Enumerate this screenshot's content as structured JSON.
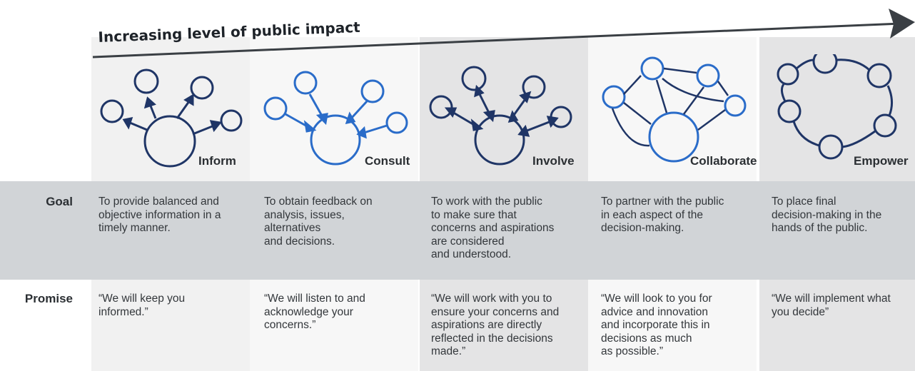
{
  "header": {
    "title": "Increasing level of public impact"
  },
  "rows": {
    "goal_label": "Goal",
    "promise_label": "Promise"
  },
  "stages": [
    {
      "name": "Inform",
      "goal": "To provide balanced and\nobjective information in a\ntimely manner.",
      "promise": "“We will keep you\ninformed.”"
    },
    {
      "name": "Consult",
      "goal": "To obtain feedback on\nanalysis, issues,\nalternatives\nand decisions.",
      "promise": "“We will listen to and\nacknowledge your\nconcerns.”"
    },
    {
      "name": "Involve",
      "goal": "To work with the public\nto make sure that\nconcerns and aspirations\nare considered\nand understood.",
      "promise": "“We will work with you to\nensure your concerns and\naspirations are directly\nreflected in the decisions\nmade.”"
    },
    {
      "name": "Collaborate",
      "goal": "To partner with the public\nin each aspect of the\ndecision-making.",
      "promise": "“We will look to you for\nadvice and innovation\nand incorporate this in\ndecisions as much\nas possible.”"
    },
    {
      "name": "Empower",
      "goal": "To place final\ndecision-making in the\nhands of the public.",
      "promise": "“We will implement what\nyou decide”"
    }
  ],
  "colors": {
    "ink_dark": "#1f3566",
    "ink_blue": "#2a6cc9",
    "goal_band": "#d1d4d7",
    "arrow": "#3a3f44"
  },
  "icons": [
    "inform-diagram-icon",
    "consult-diagram-icon",
    "involve-diagram-icon",
    "collaborate-diagram-icon",
    "empower-diagram-icon"
  ]
}
